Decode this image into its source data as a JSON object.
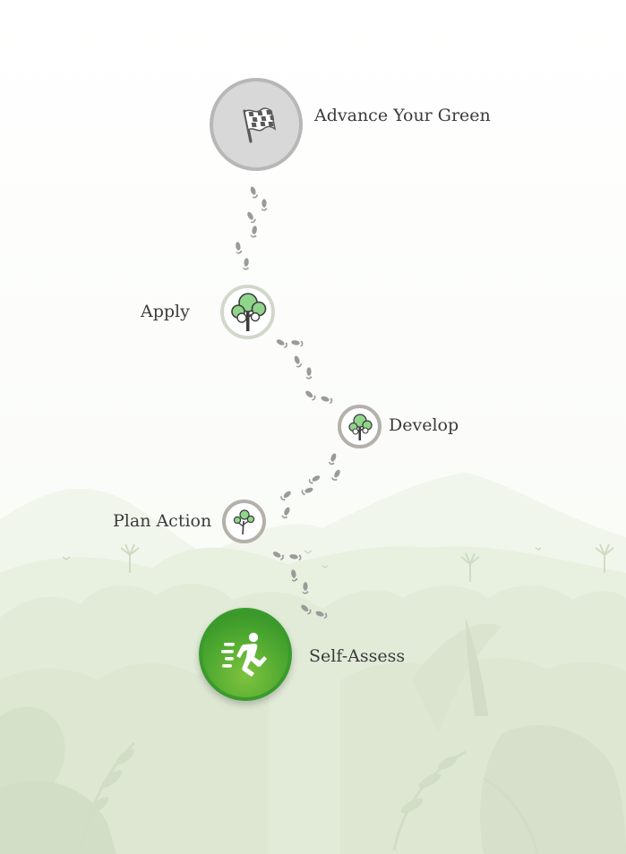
{
  "journey": {
    "stages": [
      {
        "label": "Advance Your Green",
        "icon": "checkered-flag-icon"
      },
      {
        "label": "Apply",
        "icon": "large-tree-icon"
      },
      {
        "label": "Develop",
        "icon": "medium-tree-icon"
      },
      {
        "label": "Plan Action",
        "icon": "sapling-icon"
      },
      {
        "label": "Self-Assess",
        "icon": "running-person-icon"
      }
    ]
  },
  "colors": {
    "completed_stage": "#45a32e",
    "locked_goal": "#d8d8d8",
    "footprint": "#9a9a9a",
    "tree_green": "#8fd68a",
    "jungle_background": "#e3ecd9"
  }
}
